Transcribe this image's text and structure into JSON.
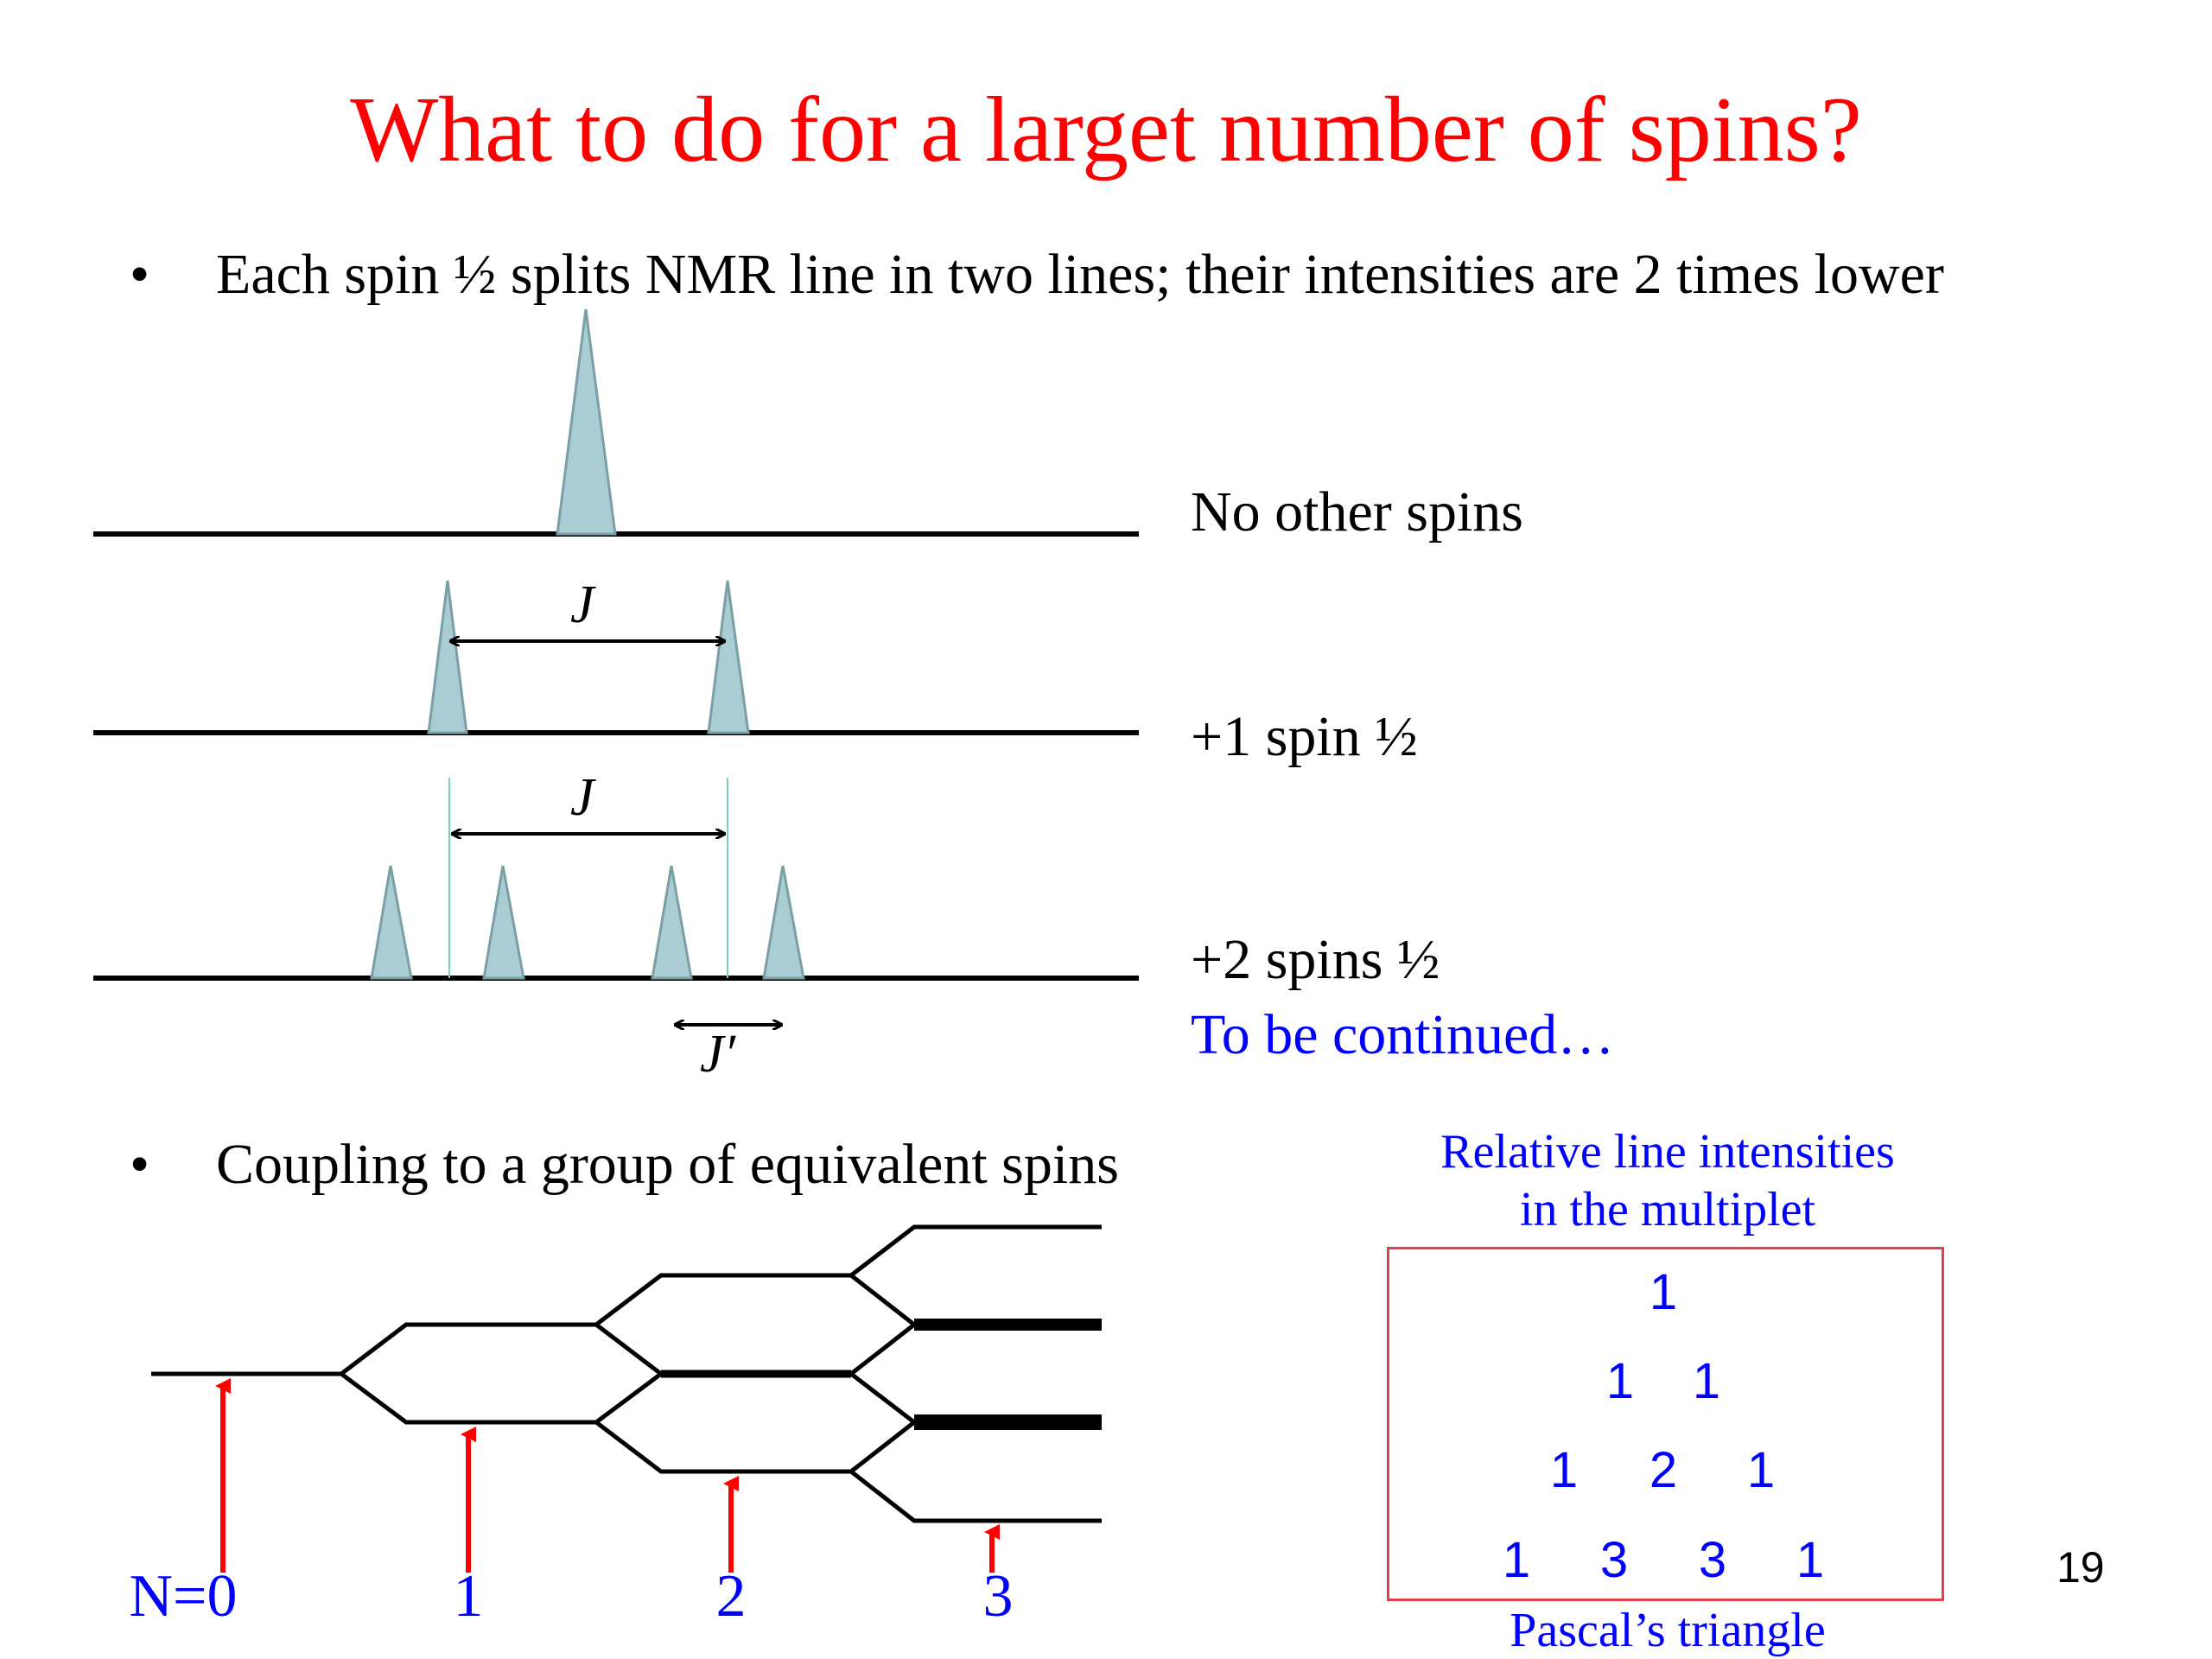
{
  "title": "What to do for a larget number of spins?",
  "bullets": [
    "Each spin ½ splits NMR line in two lines; their intensities are 2 times lower",
    "Coupling to a group of equivalent spins"
  ],
  "bullet_symbol": "•",
  "spectra": {
    "labels": [
      "No other spins",
      "+1 spin ½",
      "+2 spins ½"
    ],
    "continued": "To be continued…",
    "coupling_J": "J",
    "coupling_J2": "J",
    "coupling_Jprime": "J′"
  },
  "pascal": {
    "caption_line1": "Relative line intensities",
    "caption_line2": "in the multiplet",
    "footer": "Pascal’s triangle",
    "rows": [
      [
        "1"
      ],
      [
        "1",
        "1"
      ],
      [
        "1",
        "2",
        "1"
      ],
      [
        "1",
        "3",
        "3",
        "1"
      ]
    ]
  },
  "tree": {
    "levels": [
      "N=0",
      "1",
      "2",
      "3"
    ]
  },
  "page_number": "19",
  "colors": {
    "title": "#ff0000",
    "accent_blue": "#0000ff",
    "peak_fill": "#a9cdd2",
    "arrow_red": "#ff0000",
    "box_border": "#e0404a"
  }
}
